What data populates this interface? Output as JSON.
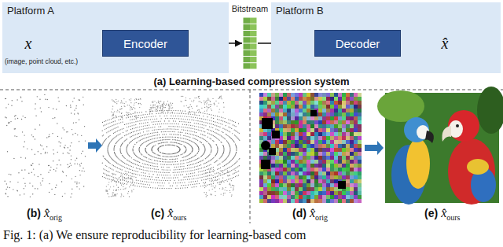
{
  "diagram": {
    "caption": "Fig. 1: (a) We ensure reproducibility for learning-based com",
    "nodes": [
      {
        "text": [
          "Platform A"
        ]
      },
      {
        "text": [
          "x",
          "(image, point cloud, etc.)"
        ],
        "in": 0
      },
      {
        "text": [
          "Encoder"
        ],
        "in": 0
      },
      {
        "text": [
          "Bitstream"
        ]
      },
      {
        "text": [
          "Platform B"
        ]
      },
      {
        "text": [
          "Decoder"
        ],
        "in": 4
      },
      {
        "text": [
          "x̂"
        ],
        "in": 4
      }
    ],
    "edges": [
      {
        "from": 1,
        "to": 2,
        "arrow": "to"
      },
      {
        "from": 2,
        "to": 3,
        "arrow": "to"
      },
      {
        "from": 3,
        "to": 5,
        "arrow": "to"
      },
      {
        "from": 5,
        "to": 6,
        "arrow": "to"
      }
    ],
    "labels": [
      "(a) Learning-based compression system",
      "(b)",
      "x̂",
      "orig",
      "(c)",
      "x̂",
      "ours",
      "(d)",
      "x̂",
      "orig",
      "(e)",
      "x̂",
      "ours"
    ]
  }
}
